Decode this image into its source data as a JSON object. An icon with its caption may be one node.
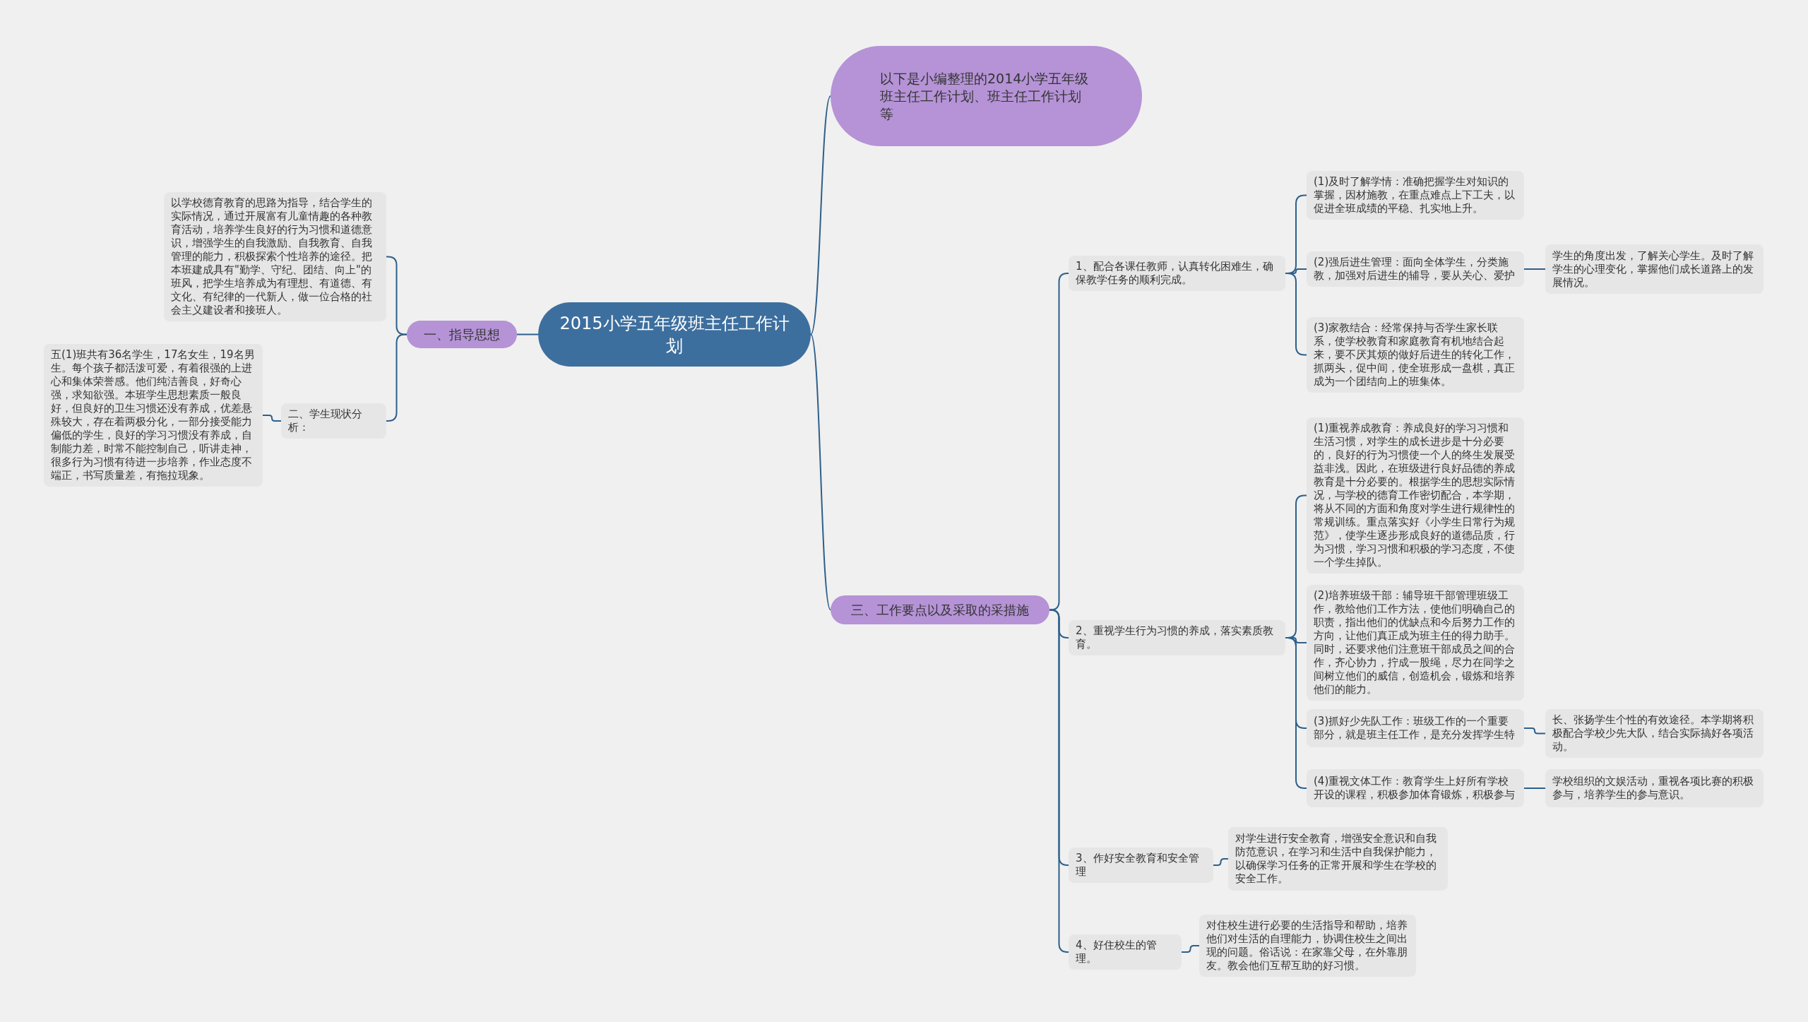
{
  "diagram": {
    "nodes": [
      {
        "text": [
          "2015小学五年级班主任工作计划"
        ]
      },
      {
        "text": [
          "以下是小编整理的2014小学五年级班主任工作计划、班主任工作计划等"
        ]
      },
      {
        "text": [
          "一、指导思想"
        ]
      },
      {
        "text": [
          "以学校德育教育的思路为指导，结合学生的实际情况，通过开展富有儿童情趣的各种教育活动，培养学生良好的行为习惯和道德意识，增强学生的自我激励、自我教育、自我管理的能力，积极探索个性培养的途径。把本班建成具有\"勤学、守纪、团结、向上\"的班风，把学生培养成为有理想、有道德、有文化、有纪律的一代新人，做一位合格的社会主义建设者和接班人。"
        ]
      },
      {
        "text": [
          "二、学生现状分析："
        ]
      },
      {
        "text": [
          "五(1)班共有36名学生，17名女生，19名男生。每个孩子都活泼可爱，有着很强的上进心和集体荣誉感。他们纯洁善良，好奇心强，求知欲强。本班学生思想素质一般良好，但良好的卫生习惯还没有养成，优差悬殊较大，存在着两极分化，一部分接受能力偏低的学生，良好的学习习惯没有养成，自制能力差，时常不能控制自己，听讲走神，很多行为习惯有待进一步培养，作业态度不端正，书写质量差，有拖拉现象。"
        ]
      },
      {
        "text": [
          "三、工作要点以及采取的采措施"
        ]
      },
      {
        "text": [
          "1、配合各课任教师，认真转化困难生，确保教学任务的顺利完成。"
        ]
      },
      {
        "text": [
          "(1)及时了解学情：准确把握学生对知识的掌握，因材施教，在重点难点上下工夫，以促进全班成绩的平稳、扎实地上升。"
        ]
      },
      {
        "text": [
          "(2)强后进生管理：面向全体学生，分类施教，加强对后进生的辅导，要从关心、爱护"
        ]
      },
      {
        "text": [
          "学生的角度出发，了解关心学生。及时了解学生的心理变化，掌握他们成长道路上的发展情况。"
        ]
      },
      {
        "text": [
          "(3)家教结合：经常保持与否学生家长联系，使学校教育和家庭教育有机地结合起来，要不厌其烦的做好后进生的转化工作，抓两头，促中间，使全班形成一盘棋，真正成为一个团结向上的班集体。"
        ]
      },
      {
        "text": [
          "2、重视学生行为习惯的养成，落实素质教育。"
        ]
      },
      {
        "text": [
          "(1)重视养成教育：养成良好的学习习惯和生活习惯，对学生的成长进步是十分必要的，良好的行为习惯使一个人的终生发展受益非浅。因此，在班级进行良好品德的养成教育是十分必要的。根据学生的思想实际情况，与学校的德育工作密切配合，本学期，将从不同的方面和角度对学生进行规律性的常规训练。重点落实好《小学生日常行为规范》，使学生逐步形成良好的道德品质，行为习惯，学习习惯和积极的学习态度，不使一个学生掉队。"
        ]
      },
      {
        "text": [
          "(2)培养班级干部：辅导班干部管理班级工作，教给他们工作方法，使他们明确自己的职责，指出他们的优缺点和今后努力工作的方向，让他们真正成为班主任的得力助手。同时，还要求他们注意班干部成员之间的合作，齐心协力，拧成一股绳，尽力在同学之间树立他们的威信，创造机会，锻炼和培养他们的能力。"
        ]
      },
      {
        "text": [
          "(3)抓好少先队工作：班级工作的一个重要部分，就是班主任工作，是充分发挥学生特"
        ]
      },
      {
        "text": [
          "长、张扬学生个性的有效途径。本学期将积极配合学校少先大队，结合实际搞好各项活动。"
        ]
      },
      {
        "text": [
          "(4)重视文体工作：教育学生上好所有学校开设的课程，积极参加体育锻炼，积极参与"
        ]
      },
      {
        "text": [
          "学校组织的文娱活动，重视各项比赛的积极参与，培养学生的参与意识。"
        ]
      },
      {
        "text": [
          "3、作好安全教育和安全管理"
        ]
      },
      {
        "text": [
          "对学生进行安全教育，增强安全意识和自我防范意识，在学习和生活中自我保护能力，以确保学习任务的正常开展和学生在学校的安全工作。"
        ]
      },
      {
        "text": [
          "4、好住校生的管理。"
        ]
      },
      {
        "text": [
          "对住校生进行必要的生活指导和帮助，培养他们对生活的自理能力，协调住校生之间出现的问题。俗话说：在家靠父母，在外靠朋友。教会他们互帮互助的好习惯。"
        ]
      }
    ],
    "edges": [
      {
        "from": 0,
        "to": 1,
        "arrow": "none"
      },
      {
        "from": 0,
        "to": 2,
        "arrow": "none"
      },
      {
        "from": 2,
        "to": 3,
        "arrow": "none"
      },
      {
        "from": 2,
        "to": 4,
        "arrow": "none"
      },
      {
        "from": 4,
        "to": 5,
        "arrow": "none"
      },
      {
        "from": 0,
        "to": 6,
        "arrow": "none"
      },
      {
        "from": 6,
        "to": 7,
        "arrow": "none"
      },
      {
        "from": 7,
        "to": 8,
        "arrow": "none"
      },
      {
        "from": 7,
        "to": 9,
        "arrow": "none"
      },
      {
        "from": 9,
        "to": 10,
        "arrow": "none"
      },
      {
        "from": 7,
        "to": 11,
        "arrow": "none"
      },
      {
        "from": 6,
        "to": 12,
        "arrow": "none"
      },
      {
        "from": 12,
        "to": 13,
        "arrow": "none"
      },
      {
        "from": 12,
        "to": 14,
        "arrow": "none"
      },
      {
        "from": 12,
        "to": 15,
        "arrow": "none"
      },
      {
        "from": 15,
        "to": 16,
        "arrow": "none"
      },
      {
        "from": 12,
        "to": 17,
        "arrow": "none"
      },
      {
        "from": 17,
        "to": 18,
        "arrow": "none"
      },
      {
        "from": 6,
        "to": 19,
        "arrow": "none"
      },
      {
        "from": 19,
        "to": 20,
        "arrow": "none"
      },
      {
        "from": 6,
        "to": 21,
        "arrow": "none"
      },
      {
        "from": 21,
        "to": 22,
        "arrow": "none"
      }
    ]
  }
}
